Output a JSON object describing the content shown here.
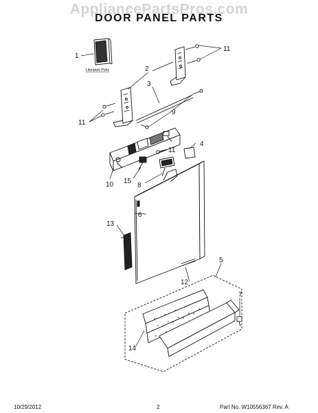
{
  "watermark": "AppliancePartsPros.com",
  "title": "DOOR PANEL PARTS",
  "literature_label": "Literature Parts",
  "callouts": {
    "c1": "1",
    "c2": "2",
    "c3": "3",
    "c4": "4",
    "c5": "5",
    "c6": "6",
    "c7": "7",
    "c8": "8",
    "c9": "9",
    "c10": "10",
    "c11": "11",
    "c12": "12",
    "c13": "13",
    "c14": "14",
    "c15": "15"
  },
  "footer": {
    "date": "10/29/2012",
    "page": "2",
    "part": "Part No. W10556367  Rev. A"
  }
}
